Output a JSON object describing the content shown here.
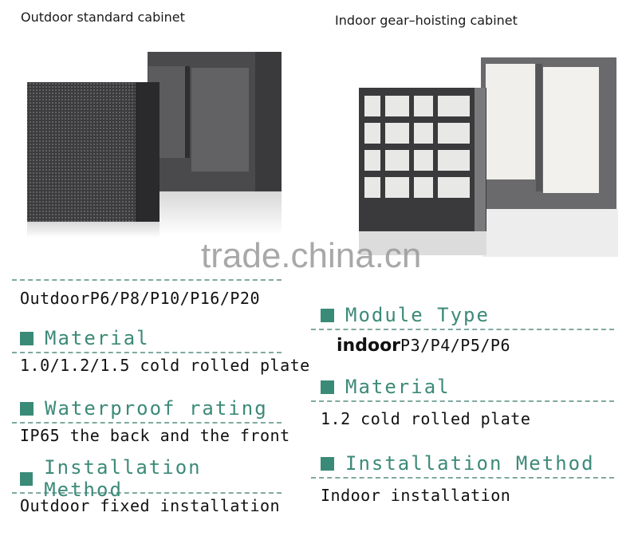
{
  "captions": {
    "outdoor": "Outdoor standard cabinet",
    "indoor": "Indoor gear–hoisting cabinet"
  },
  "watermark": "trade.china.cn",
  "colors": {
    "accent": "#3a8a78",
    "dash": "#7fa9a0",
    "text": "#111111"
  },
  "outdoor_specs": {
    "module_type_value": "OutdoorP6/P8/P10/P16/P20",
    "sections": [
      {
        "title": "Material",
        "value": "1.0/1.2/1.5 cold rolled plate"
      },
      {
        "title": "Waterproof rating",
        "value": "IP65 the back and the front"
      },
      {
        "title": "Installation Method",
        "value": "Outdoor fixed installation"
      }
    ]
  },
  "indoor_specs": {
    "sections": [
      {
        "title": "Module Type",
        "value_bold": "indoor",
        "value": "P3/P4/P5/P6"
      },
      {
        "title": "Material",
        "value": "1.2 cold rolled plate"
      },
      {
        "title": "Installation Method",
        "value": "Indoor installation"
      }
    ]
  }
}
